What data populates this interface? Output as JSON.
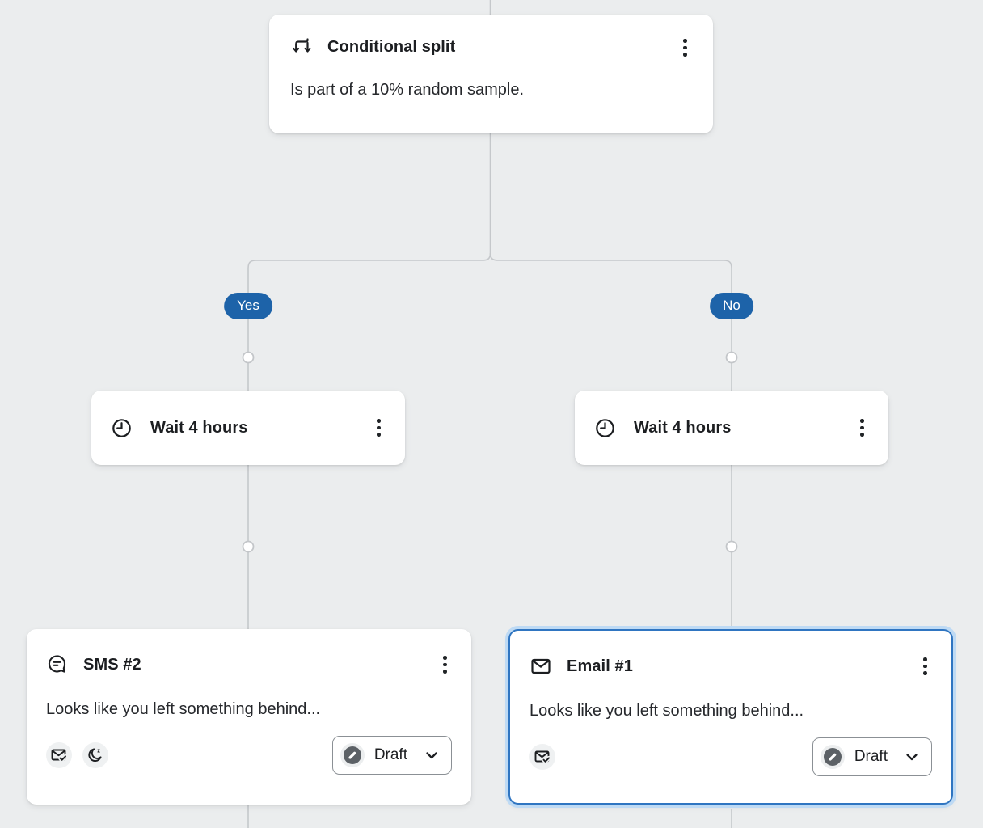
{
  "colors": {
    "background": "#ebedee",
    "connector_line": "#c5c8cb",
    "branch_badge": "#1d63a9",
    "branch_badge_text": "#ffffff",
    "selected_node_border": "#2f75c1",
    "selected_node_glow": "#bedaf4",
    "status_draft_icon_bg": "#5c6166",
    "card_background": "#ffffff"
  },
  "nodes": {
    "conditional_split": {
      "title": "Conditional split",
      "description": "Is part of a 10% random sample.",
      "icon": "conditional-split-icon",
      "menu_icon": "kebab-menu-icon"
    },
    "branches": {
      "yes_label": "Yes",
      "no_label": "No"
    },
    "wait_yes": {
      "title": "Wait 4 hours",
      "icon": "clock-icon",
      "menu_icon": "kebab-menu-icon"
    },
    "wait_no": {
      "title": "Wait 4 hours",
      "icon": "clock-icon",
      "menu_icon": "kebab-menu-icon"
    },
    "sms": {
      "title": "SMS #2",
      "preview": "Looks like you left something behind...",
      "icon": "sms-bubble-icon",
      "menu_icon": "kebab-menu-icon",
      "status_label": "Draft",
      "status_icon": "draft-pencil-icon",
      "badge_icons": [
        "envelope-check-icon",
        "quiet-hours-moon-icon"
      ],
      "selected": false
    },
    "email": {
      "title": "Email #1",
      "preview": "Looks like you left something behind...",
      "icon": "email-envelope-icon",
      "menu_icon": "kebab-menu-icon",
      "status_label": "Draft",
      "status_icon": "draft-pencil-icon",
      "badge_icons": [
        "envelope-check-icon"
      ],
      "selected": true
    }
  },
  "misc_icons": [
    "chevron-down-icon",
    "connector-port-dot"
  ]
}
